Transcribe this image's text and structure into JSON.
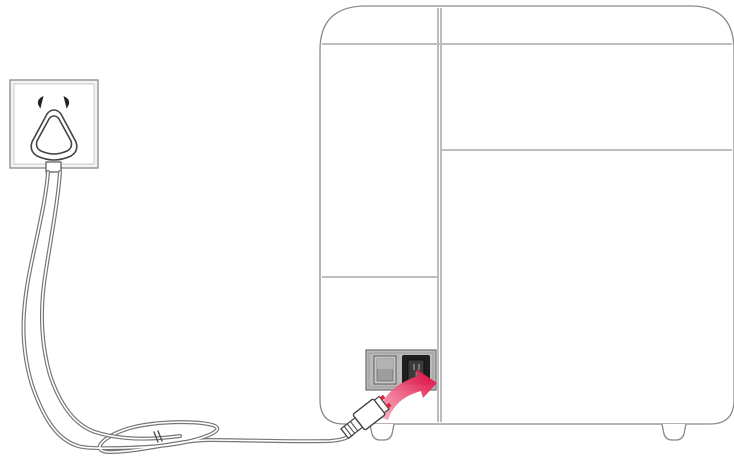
{
  "diagram": {
    "subject": "power-cord-connection",
    "components": [
      {
        "name": "wall-socket",
        "icon": "wall-outlet-icon"
      },
      {
        "name": "power-plug",
        "icon": "plug-icon"
      },
      {
        "name": "power-cable",
        "icon": "cable-icon"
      },
      {
        "name": "iec-connector",
        "icon": "iec-plug-icon"
      },
      {
        "name": "device-rear-panel",
        "icon": "device-back-icon"
      },
      {
        "name": "power-switch",
        "icon": "rocker-switch-icon"
      },
      {
        "name": "power-inlet",
        "icon": "power-inlet-icon"
      },
      {
        "name": "insert-arrow",
        "icon": "curved-arrow-icon"
      }
    ],
    "colors": {
      "outline": "#8a8a8a",
      "panel_fill": "#ffffff",
      "socket_fill": "#f3f3f3",
      "inlet_panel": "#b9b9b9",
      "inlet_dark": "#1e1e1e",
      "arrow_start": "#f7b6c6",
      "arrow_end": "#e4003a",
      "prong_red": "#d8283c"
    }
  }
}
